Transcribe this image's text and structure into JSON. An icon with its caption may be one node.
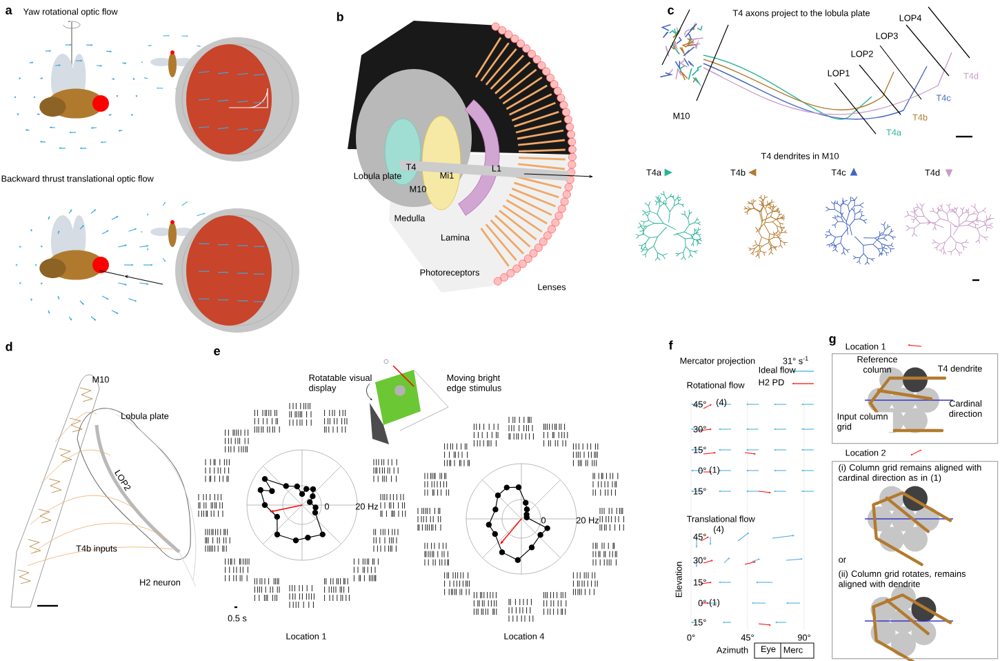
{
  "diagram": {
    "nodes": [
      {
        "text": [
          "Location 1",
          "Reference column",
          "T4 dendrite",
          "Cardinal direction",
          "Input column grid"
        ]
      },
      {
        "text": [
          "Location 2",
          "(i) Column grid remains aligned with cardinal direction as in (1)",
          "or",
          "(ii) Column grid rotates, remains aligned with dendrite"
        ]
      }
    ],
    "labels": [
      "a",
      "Yaw rotational optic flow",
      "Backward thrust translational optic flow",
      "b",
      "T4",
      "Mi1",
      "L1",
      "Lobula plate",
      "M10",
      "Medulla",
      "Lamina",
      "Photoreceptors",
      "Lenses",
      "c",
      "T4 axons project to the lobula plate",
      "LOP4",
      "LOP3",
      "LOP2",
      "LOP1",
      "M10",
      "T4d",
      "T4c",
      "T4b",
      "T4a",
      "T4 dendrites in M10",
      "T4a",
      "T4b",
      "T4c",
      "T4d",
      "d",
      "M10",
      "Lobula plate",
      "LOP2",
      "T4b inputs",
      "H2 neuron",
      "e",
      "Rotatable visual display",
      "Moving bright edge stimulus",
      "0",
      "20 Hz",
      "0.5 s",
      "Location 1",
      "0",
      "20 Hz",
      "Location 4",
      "f",
      "Mercator projection",
      "31° s$^{-1}$",
      "Rotational flow",
      "45°",
      "30°",
      "15°",
      "0°",
      "15°",
      "(4)",
      "(1)",
      "Translational flow",
      "45°",
      "30°",
      "15°",
      "0°",
      "15°",
      "(4)",
      "(1)",
      "Elevation",
      "0°",
      "45°",
      "90°",
      "Azimuth",
      "Eye",
      "Merc",
      "g"
    ],
    "legend": [
      {
        "text": "Ideal flow"
      },
      {
        "text": "H2 PD"
      }
    ]
  }
}
